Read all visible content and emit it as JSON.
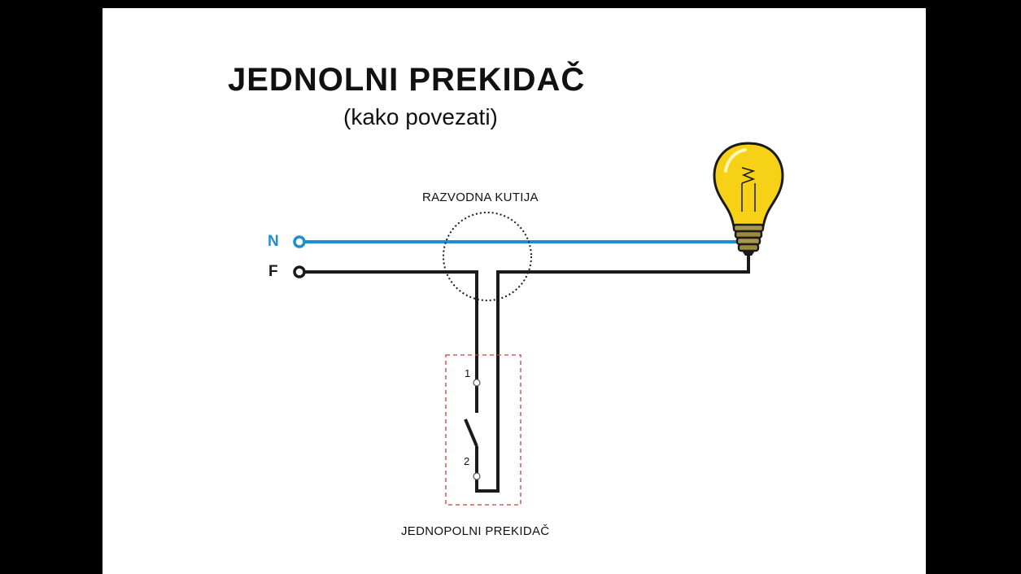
{
  "title": "JEDNOLNI PREKIDAČ",
  "subtitle": "(kako povezati)",
  "junction_box_label": "RAZVODNA KUTIJA",
  "switch_label": "JEDNOPOLNI PREKIDAČ",
  "wires": {
    "neutral": "N",
    "phase": "F"
  },
  "switch_contacts": [
    "1",
    "2"
  ],
  "colors": {
    "neutral_wire": "#1e8fd0",
    "phase_wire": "#1a1a1a",
    "switch_box_border": "#d83a3a",
    "bulb_glass": "#f7d117",
    "bulb_base": "#9c8b3a"
  },
  "icons": {
    "bulb": "light-bulb-icon"
  }
}
